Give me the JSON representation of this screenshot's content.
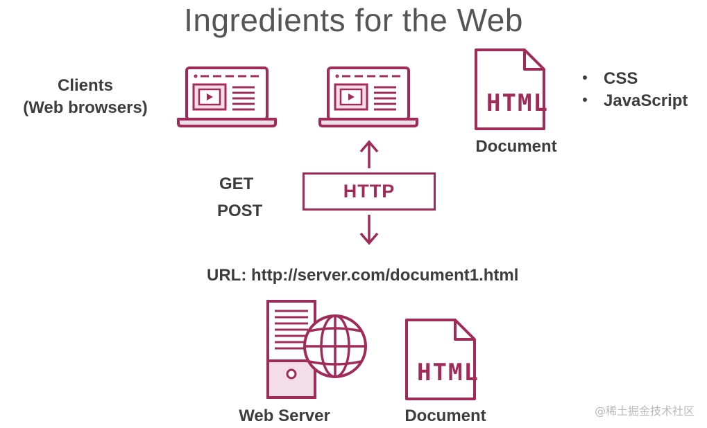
{
  "title": "Ingredients for the Web",
  "clients": {
    "line1": "Clients",
    "line2": "(Web browsers)"
  },
  "document_top": {
    "icon_text": "HTML",
    "label": "Document"
  },
  "bullets": [
    "CSS",
    "JavaScript"
  ],
  "methods": {
    "get": "GET",
    "post": "POST"
  },
  "http": "HTTP",
  "url_line": "URL: http://server.com/document1.html",
  "web_server": {
    "label": "Web Server"
  },
  "document_bottom": {
    "icon_text": "HTML",
    "label": "Document"
  },
  "watermark": "@稀土掘金技术社区",
  "colors": {
    "accent": "#a02a58",
    "accent_fill": "#f3dde6",
    "text": "#3d3d3d"
  }
}
